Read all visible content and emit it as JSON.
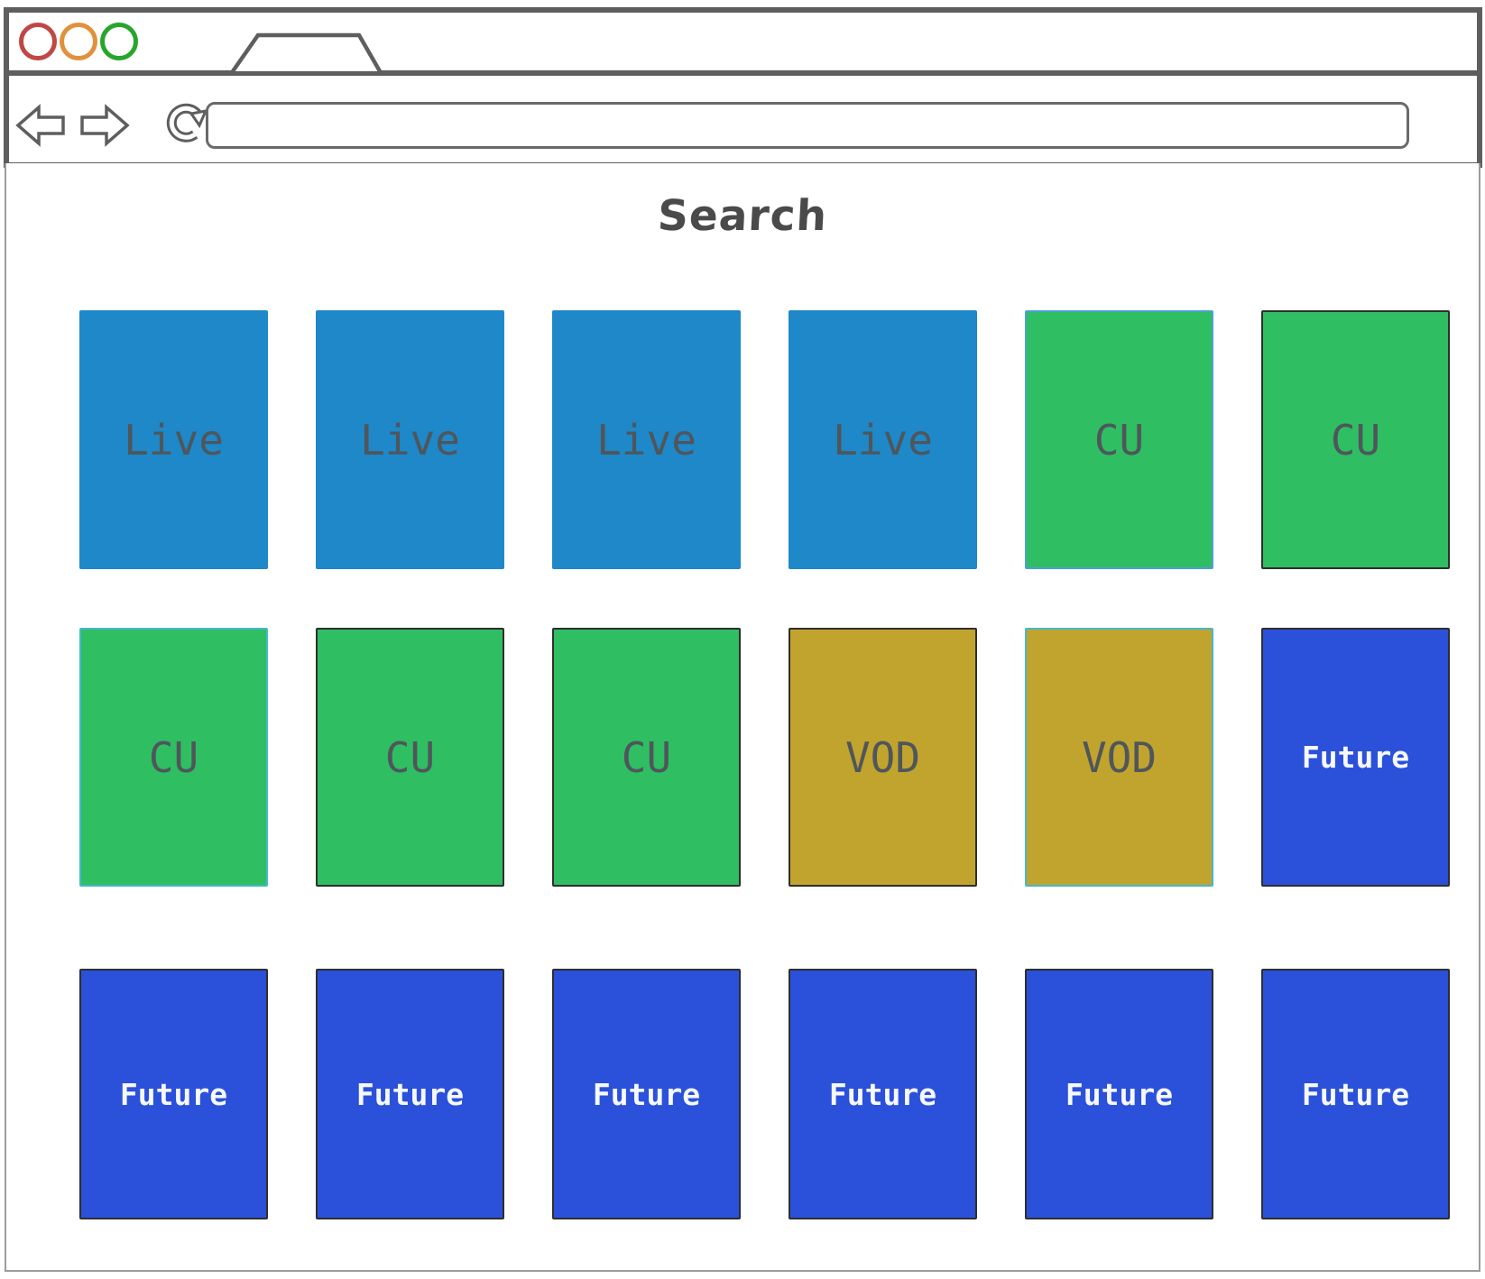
{
  "browser": {
    "traffic_lights": [
      {
        "name": "close",
        "color": "#bf4745"
      },
      {
        "name": "minimize",
        "color": "#e0913c"
      },
      {
        "name": "maximize",
        "color": "#27a52c"
      }
    ],
    "tab": {
      "label": ""
    },
    "nav": {
      "back_label": "back",
      "forward_label": "forward",
      "refresh_label": "refresh",
      "url_value": "",
      "url_placeholder": ""
    }
  },
  "page": {
    "title": "Search",
    "grid": {
      "rows": [
        [
          {
            "label": "Live",
            "type": "live",
            "border": "none"
          },
          {
            "label": "Live",
            "type": "live",
            "border": "none"
          },
          {
            "label": "Live",
            "type": "live",
            "border": "none"
          },
          {
            "label": "Live",
            "type": "live",
            "border": "none"
          },
          {
            "label": "CU",
            "type": "cu",
            "border": "blue"
          },
          {
            "label": "CU",
            "type": "cu",
            "border": "dark"
          }
        ],
        [
          {
            "label": "CU",
            "type": "cu",
            "border": "teal"
          },
          {
            "label": "CU",
            "type": "cu",
            "border": "dark"
          },
          {
            "label": "CU",
            "type": "cu",
            "border": "dark"
          },
          {
            "label": "VOD",
            "type": "vod",
            "border": "dark"
          },
          {
            "label": "VOD",
            "type": "vod",
            "border": "teal"
          },
          {
            "label": "Future",
            "type": "future",
            "border": "dark"
          }
        ],
        [
          {
            "label": "Future",
            "type": "future",
            "border": "dark"
          },
          {
            "label": "Future",
            "type": "future",
            "border": "dark"
          },
          {
            "label": "Future",
            "type": "future",
            "border": "dark"
          },
          {
            "label": "Future",
            "type": "future",
            "border": "dark"
          },
          {
            "label": "Future",
            "type": "future",
            "border": "dark"
          },
          {
            "label": "Future",
            "type": "future",
            "border": "dark"
          }
        ]
      ]
    }
  },
  "colors": {
    "live": "#1e88c8",
    "cu": "#2fbe62",
    "vod": "#c1a42d",
    "future": "#2b51da",
    "tl_red": "#bf4745",
    "tl_orange": "#e0913c",
    "tl_green": "#27a52c",
    "chrome_border": "#5e5e5e",
    "content_border": "#9c9c9c",
    "title_text": "#4a4a4a",
    "label_dark": "#4f565b",
    "label_light": "#f6f8ff",
    "card_border_dark": "#2e2e2e",
    "card_border_teal": "#45b8c9",
    "card_border_blue": "#4aa0d9"
  }
}
